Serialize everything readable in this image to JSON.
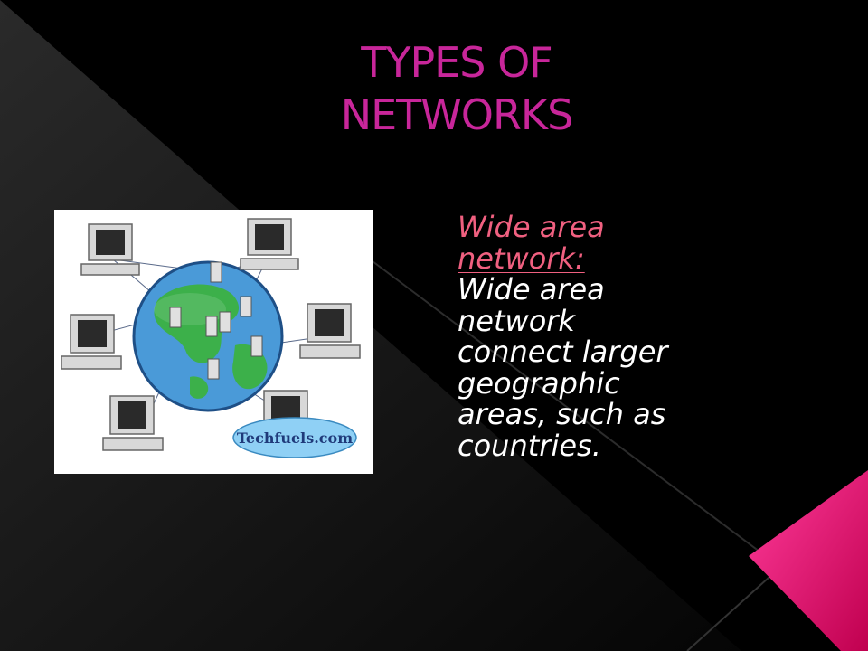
{
  "slide": {
    "title_lines": [
      "TYPES OF",
      "NETWORKS"
    ],
    "subheading_lines": [
      "Wide area",
      "network:"
    ],
    "description_lines": [
      "Wide area",
      "network",
      "connect larger",
      "geographic",
      "areas, such as",
      "countries."
    ]
  },
  "image": {
    "badge_text": "Techfuels.com"
  },
  "colors": {
    "title": "#c8269a",
    "subheading": "#f06080",
    "body_text": "#ffffff",
    "accent": "#e8106a",
    "background": "#000000"
  }
}
